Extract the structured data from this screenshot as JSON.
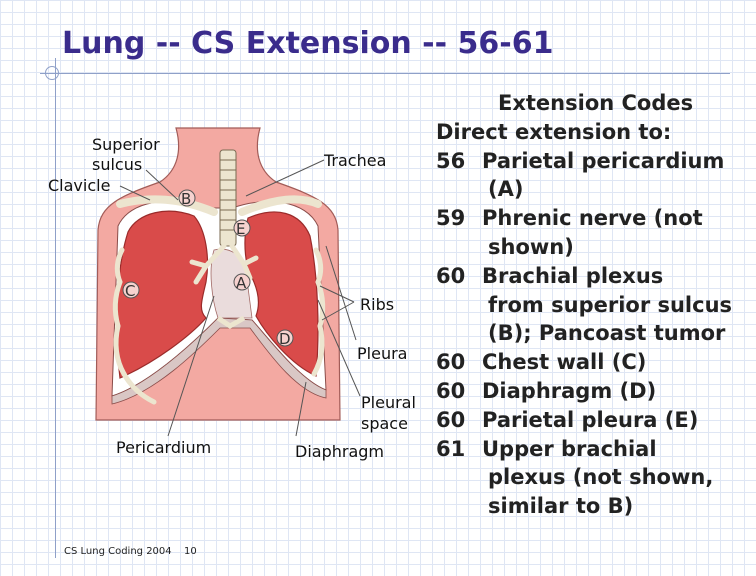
{
  "slide": {
    "title": "Lung -- CS Extension -- 56-61",
    "footer_left": "CS Lung Coding 2004",
    "page_number": "10"
  },
  "diagram": {
    "labels": {
      "superior_1": "Superior",
      "superior_2": "sulcus",
      "clavicle": "Clavicle",
      "trachea": "Trachea",
      "ribs": "Ribs",
      "pleura": "Pleura",
      "pleural_1": "Pleural",
      "pleural_2": "space",
      "pericardium": "Pericardium",
      "diaphragm": "Diaphragm"
    },
    "markers": {
      "a": "A",
      "b": "B",
      "c": "C",
      "d": "D",
      "e": "E"
    },
    "colors": {
      "skin": "#f3a9a2",
      "skin_dark": "#e48e86",
      "lung": "#d94b4a",
      "lung_dark": "#b9302f",
      "pleura": "#ffffff",
      "bone": "#ece5cf",
      "heart_area": "#eadcdc"
    }
  },
  "codes": {
    "heading": "Extension Codes",
    "subheading": "Direct extension to:",
    "items": [
      {
        "code": "56",
        "lines": [
          "Parietal pericardium",
          "(A)"
        ]
      },
      {
        "code": "59",
        "lines": [
          "Phrenic nerve (not",
          "shown)"
        ]
      },
      {
        "code": "60",
        "lines": [
          "Brachial plexus",
          "from superior sulcus",
          "(B); Pancoast tumor"
        ]
      },
      {
        "code": "60",
        "lines": [
          "Chest wall (C)"
        ]
      },
      {
        "code": "60",
        "lines": [
          "Diaphragm (D)"
        ]
      },
      {
        "code": "60",
        "lines": [
          "Parietal pleura (E)"
        ]
      },
      {
        "code": "61",
        "lines": [
          "Upper brachial",
          "plexus (not shown,",
          "similar to B)"
        ]
      }
    ]
  }
}
